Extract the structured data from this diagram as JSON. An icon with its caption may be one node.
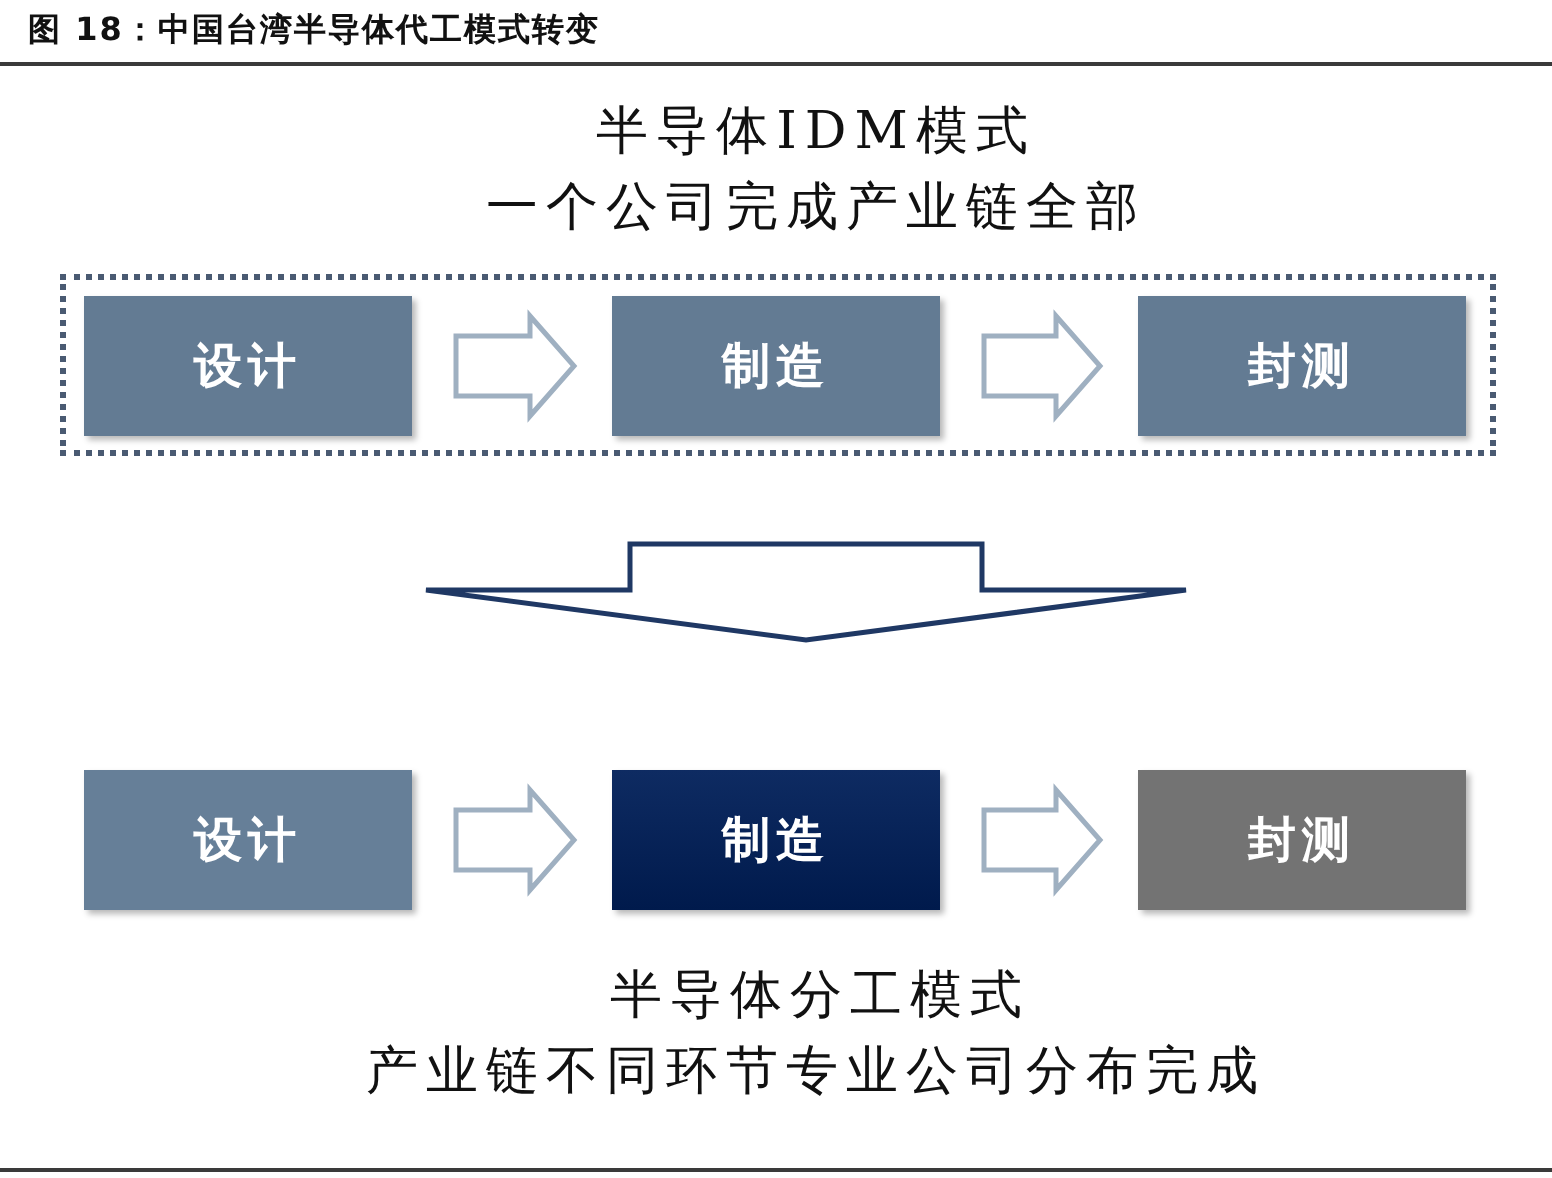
{
  "diagram": {
    "title": "图 18：中国台湾半导体代工模式转变",
    "nodes": [
      {
        "text": [
          "半导体IDM模式",
          "一个公司完成产业链全部"
        ]
      },
      {
        "text": [
          "设计"
        ],
        "in": 0
      },
      {
        "text": [
          "制造"
        ],
        "in": 0
      },
      {
        "text": [
          "封测"
        ],
        "in": 0
      },
      {
        "text": [
          "设计"
        ]
      },
      {
        "text": [
          "制造"
        ]
      },
      {
        "text": [
          "封测"
        ]
      }
    ],
    "edges": [
      {
        "from": 1,
        "to": 2,
        "arrow": "to"
      },
      {
        "from": 2,
        "to": 3,
        "arrow": "to"
      },
      {
        "from": 0,
        "to": 5,
        "arrow": "to",
        "color": "#1f3864"
      },
      {
        "from": 4,
        "to": 5,
        "arrow": "to"
      },
      {
        "from": 5,
        "to": 6,
        "arrow": "to"
      }
    ],
    "labels": [
      "半导体分工模式",
      "产业链不同环节专业公司分布完成"
    ]
  }
}
